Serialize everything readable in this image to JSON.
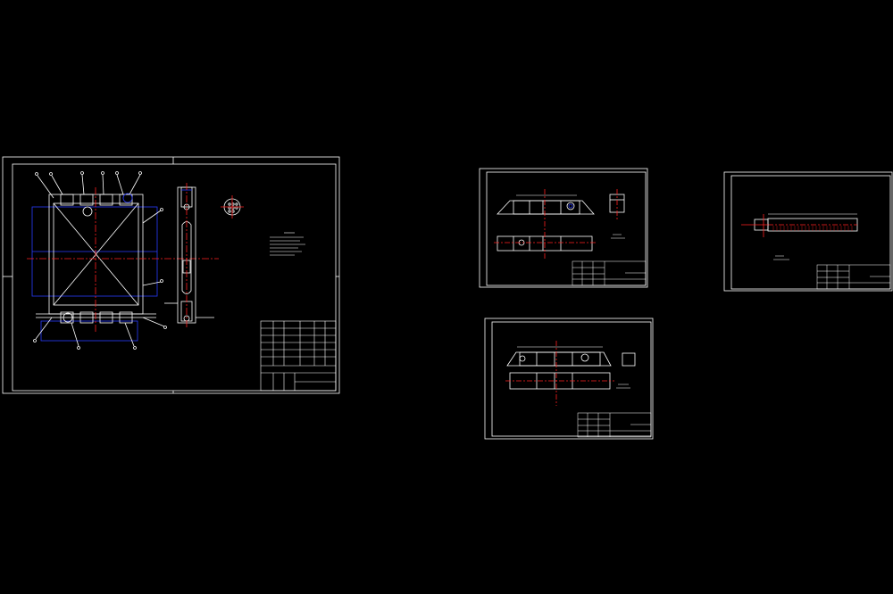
{
  "colors": {
    "background": "#000000",
    "frame": "#ffffff",
    "centerline": "#ff2020",
    "hidden": "#2a3cff",
    "accent": "#00c8ff"
  },
  "sheets": [
    {
      "id": "sheet-main-assembly"
    },
    {
      "id": "sheet-part-upper-tank"
    },
    {
      "id": "sheet-part-lower-tank"
    },
    {
      "id": "sheet-part-core"
    }
  ]
}
